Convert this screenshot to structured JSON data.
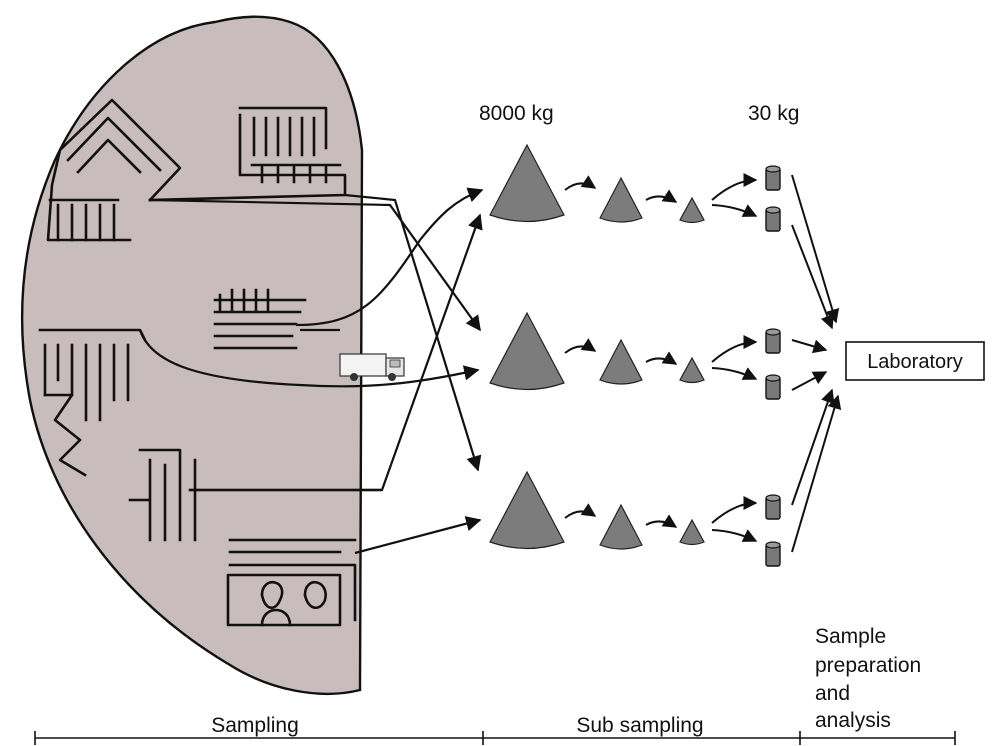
{
  "mass_labels": {
    "large_pile": "8000 kg",
    "sample": "30 kg"
  },
  "destination": "Laboratory",
  "stages": {
    "sampling": "Sampling",
    "sub_sampling": "Sub sampling",
    "analysis_line1": "Sample",
    "analysis_line2": "preparation",
    "analysis_line3": "and",
    "analysis_line4": "analysis"
  },
  "colors": {
    "city_fill": "#c9bcbc",
    "cone_fill": "#7d7c7c",
    "line": "#111111"
  },
  "icons": [
    "garbage-truck-icon"
  ]
}
